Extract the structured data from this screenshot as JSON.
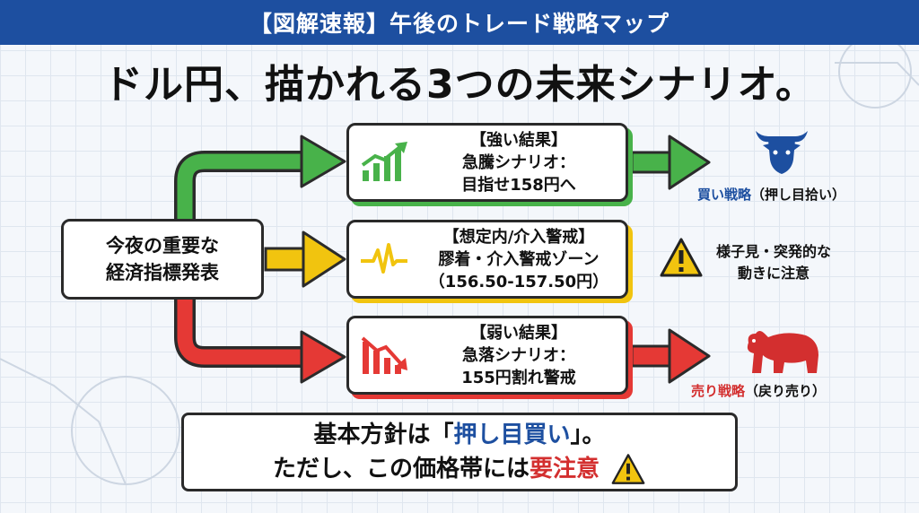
{
  "header": {
    "banner": "【図解速報】午後のトレード戦略マップ"
  },
  "headline": "ドル円、描かれる3つの未来シナリオ。",
  "source": {
    "line1": "今夜の重要な",
    "line2": "経済指標発表"
  },
  "scenarios": [
    {
      "title": "【強い結果】",
      "line1": "急騰シナリオ：",
      "line2": "目指せ158円へ",
      "icon": "rising-chart-icon",
      "color": "#48b24a"
    },
    {
      "title": "【想定内/介入警戒】",
      "line1": "膠着・介入警戒ゾーン",
      "line2": "（156.50-157.50円）",
      "icon": "pulse-line-icon",
      "color": "#f1c40f"
    },
    {
      "title": "【弱い結果】",
      "line1": "急落シナリオ：",
      "line2": "155円割れ警戒",
      "icon": "falling-chart-icon",
      "color": "#e53935"
    }
  ],
  "strategies": {
    "buy": {
      "strong": "買い戦略",
      "rest": "（押し目拾い）",
      "icon": "bull-icon",
      "color": "#1d4fa0"
    },
    "neutral": {
      "line1": "様子見・突発的な",
      "line2": "動きに注意",
      "icon": "warning-icon"
    },
    "sell": {
      "strong": "売り戦略",
      "rest": "（戻り売り）",
      "icon": "bear-icon",
      "color": "#d32f2f"
    }
  },
  "policy": {
    "p1": "基本方針は「",
    "highlight1": "押し目買い",
    "p2": "」。",
    "p3": "ただし、この価格帯には",
    "highlight2": "要注意",
    "icon": "warning-icon"
  }
}
